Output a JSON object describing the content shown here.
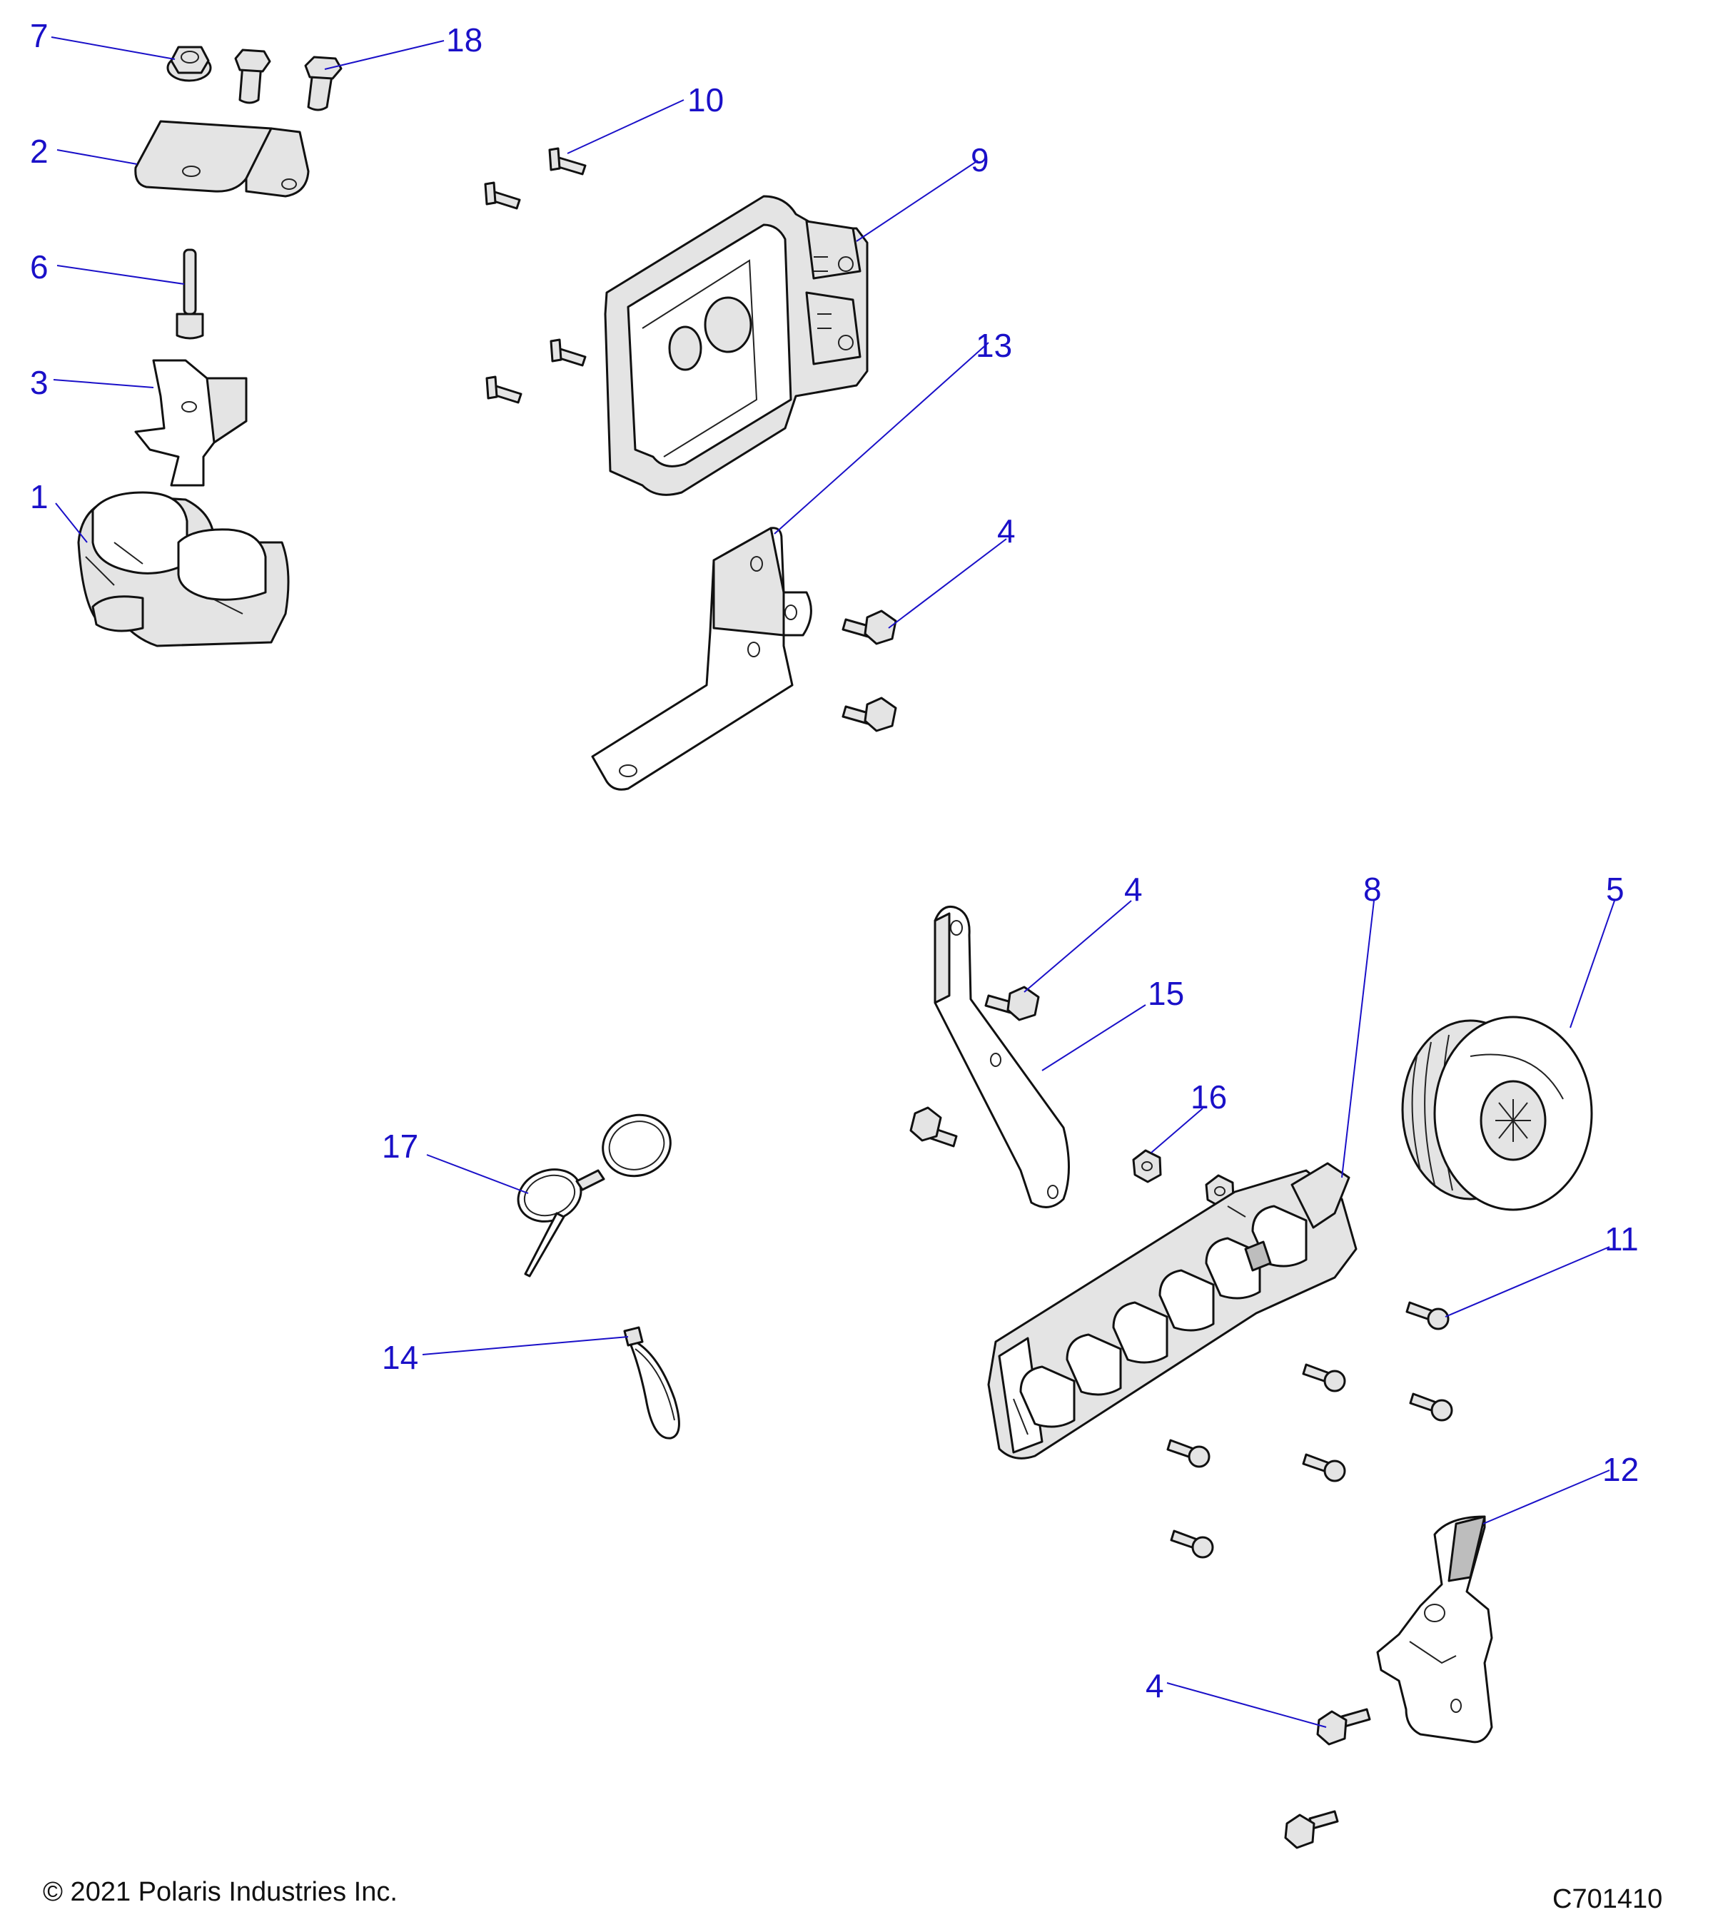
{
  "callouts": [
    "7",
    "18",
    "10",
    "2",
    "9",
    "6",
    "13",
    "3",
    "1",
    "4",
    "4",
    "8",
    "5",
    "15",
    "16",
    "17",
    "11",
    "14",
    "12",
    "4"
  ],
  "footer": {
    "copyright": "© 2021 Polaris Industries Inc.",
    "drawing_number": "C701410"
  },
  "colors": {
    "callout": "#1a10c8",
    "linework": "#111111",
    "part_fill": "#e4e4e4"
  }
}
